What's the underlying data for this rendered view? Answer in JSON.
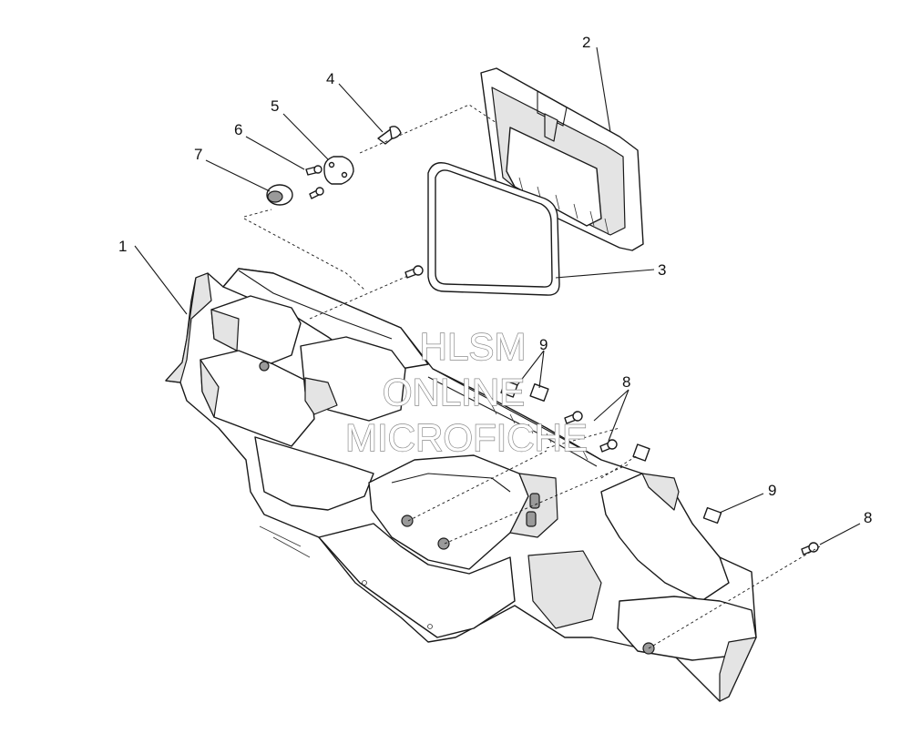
{
  "callouts": {
    "c1": "1",
    "c2": "2",
    "c3": "3",
    "c4": "4",
    "c5": "5",
    "c6": "6",
    "c7": "7",
    "c8a": "8",
    "c8b": "8",
    "c9a": "9",
    "c9b": "9"
  },
  "watermark": {
    "line1": "HLSM",
    "line2": "ONLINE",
    "line3": "MICROFICHE"
  },
  "colors": {
    "line": "#1a1a1a",
    "background": "#ffffff",
    "watermark_outline": "#8a8a8a"
  }
}
